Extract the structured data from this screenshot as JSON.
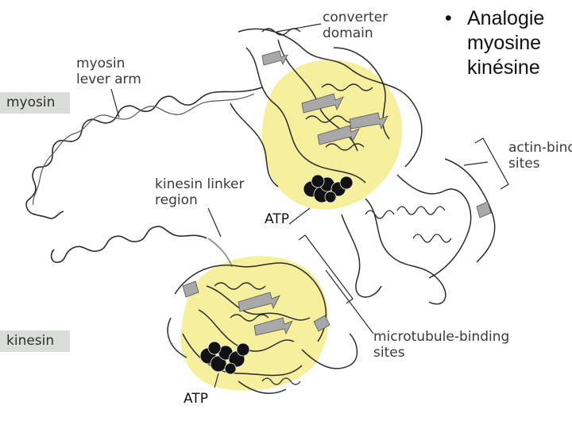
{
  "labels": {
    "converter_domain": "converter\ndomain",
    "myosin_lever_arm": "myosin\nlever arm",
    "myosin_tag": "myosin",
    "kinesin_linker": "kinesin linker\nregion",
    "atp_top": "ATP",
    "actin_binding": "actin-bind\nsites",
    "microtubule_binding": "microtubule-binding\nsites",
    "kinesin_tag": "kinesin",
    "atp_bottom": "ATP"
  },
  "bullet": {
    "symbol": "•",
    "lines": [
      "Analogie",
      "myosine",
      "kinésine"
    ]
  },
  "colors": {
    "core_highlight": "#f5ef9e",
    "ribbon": "#2b2b2b",
    "tag_background": "#d9dcd9",
    "atp": "#111111"
  }
}
